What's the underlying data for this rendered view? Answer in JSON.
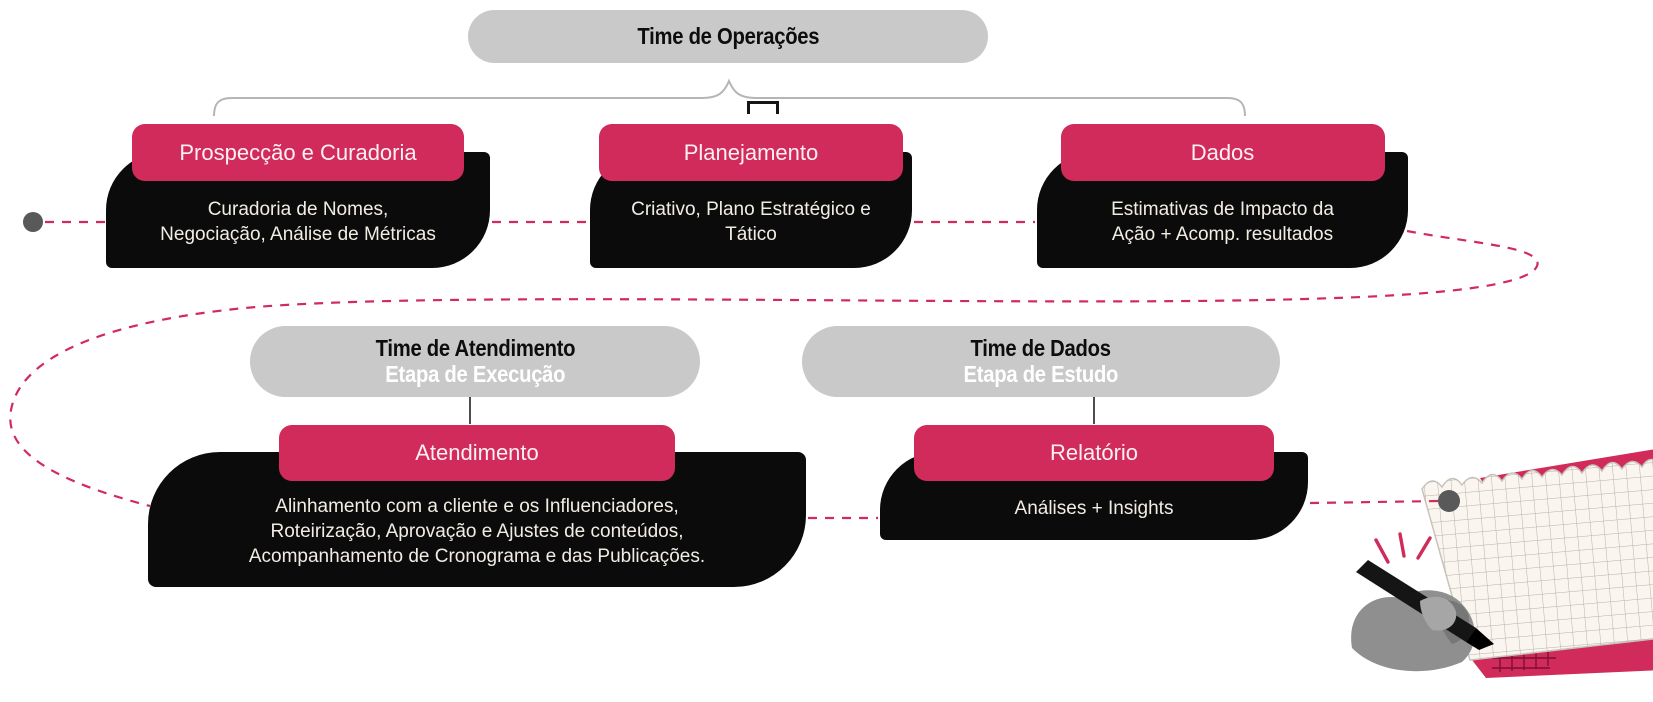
{
  "diagram": {
    "operations": {
      "label": "Time de Operações",
      "cards": [
        {
          "title": "Prospecção e Curadoria",
          "body": "Curadoria de Nomes,\nNegociação, Análise de Métricas"
        },
        {
          "title": "Planejamento",
          "body": "Criativo, Plano Estratégico e\nTático"
        },
        {
          "title": "Dados",
          "body": "Estimativas de Impacto da\nAção + Acomp. resultados"
        }
      ]
    },
    "groups": [
      {
        "team": "Time de Atendimento",
        "stage": "Etapa de Execução",
        "title": "Atendimento",
        "body": "Alinhamento com a cliente e os Influenciadores,\nRoteirização, Aprovação e Ajustes de conteúdos,\nAcompanhamento de Cronograma e das Publicações."
      },
      {
        "team": "Time de Dados",
        "stage": "Etapa de Estudo",
        "title": "Relatório",
        "body": "Análises + Insights"
      }
    ],
    "colors": {
      "crimson": "#d02b5a",
      "gray_pill": "#c9c9c9",
      "card_black": "#0b0b0b",
      "body_text": "#f2ede4",
      "dot_gray": "#595959",
      "brace_gray": "#b5b5b5"
    }
  }
}
